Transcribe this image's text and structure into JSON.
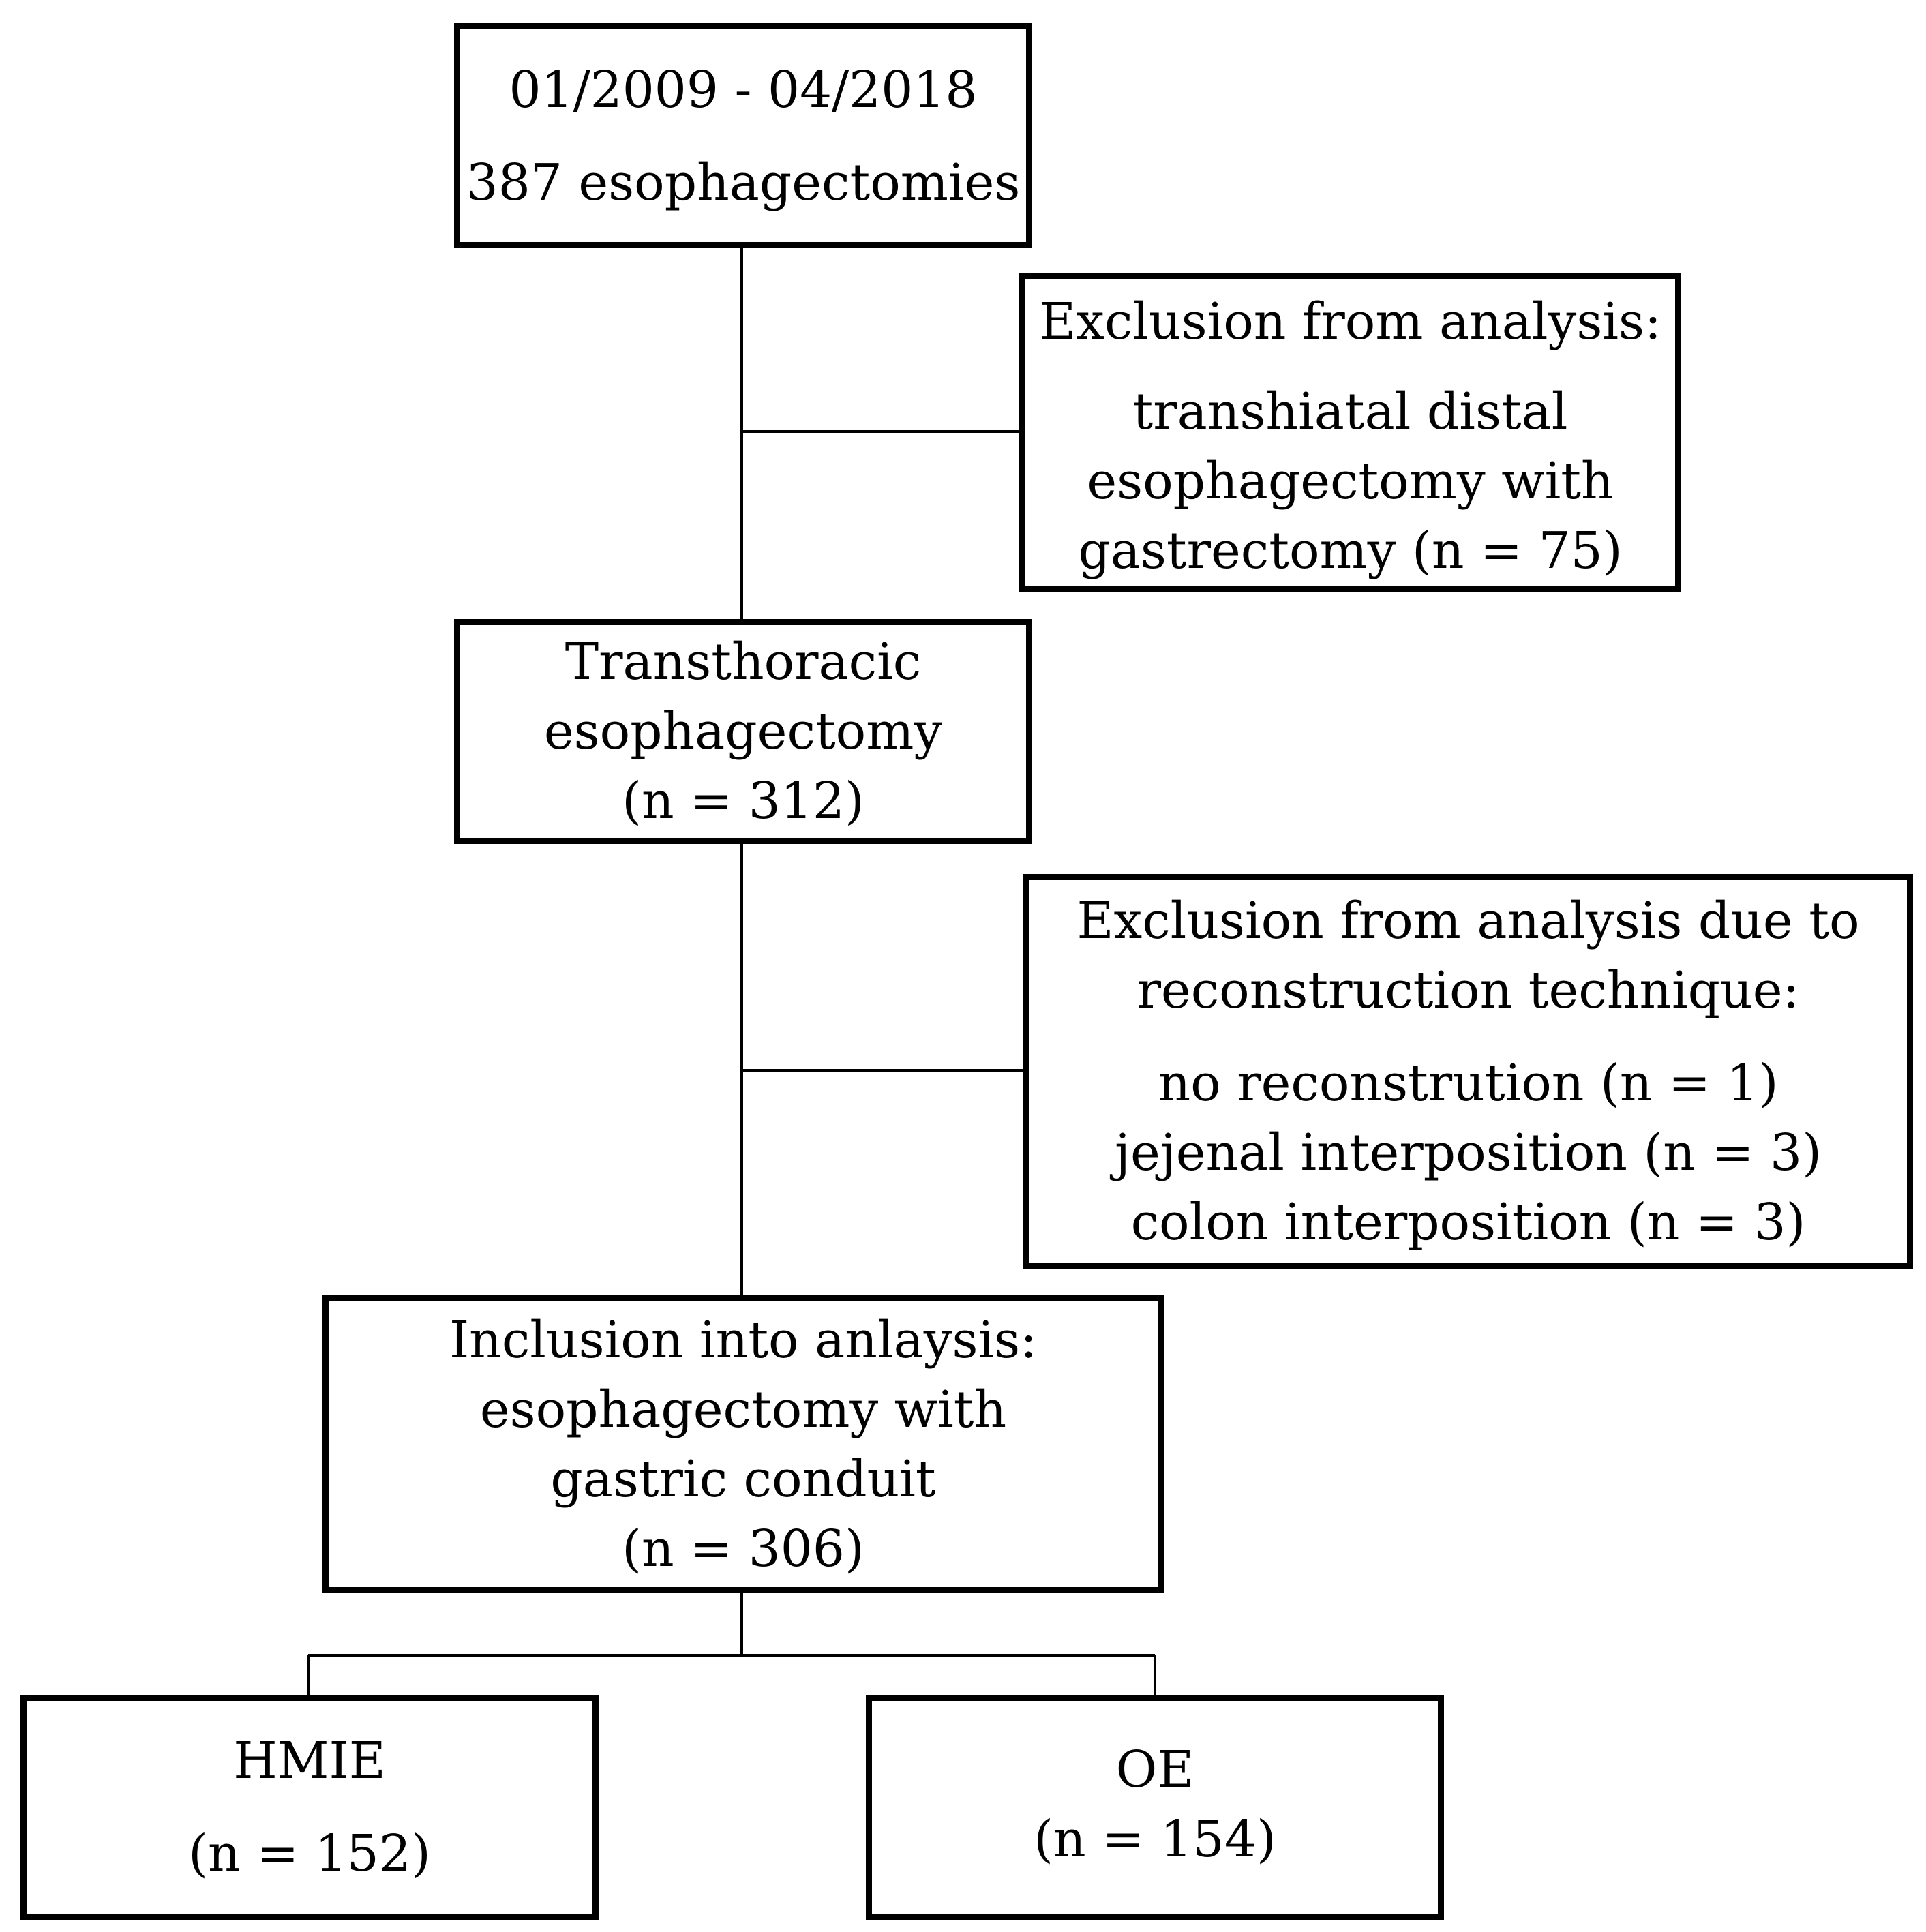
{
  "boxes": {
    "start": {
      "lines": [
        "01/2009 - 04/2018",
        "387 esophagectomies"
      ]
    },
    "exclusion1": {
      "heading": "Exclusion from analysis:",
      "lines": [
        "transhiatal distal",
        "esophagectomy with",
        "gastrectomy (n = 75)"
      ]
    },
    "transthoracic": {
      "lines": [
        "Transthoracic",
        "esophagectomy",
        "(n = 312)"
      ]
    },
    "exclusion2": {
      "heading": [
        "Exclusion from analysis due to",
        "reconstruction technique:"
      ],
      "lines": [
        "no reconstrution (n = 1)",
        "jejenal interposition (n = 3)",
        "colon interposition (n = 3)"
      ]
    },
    "inclusion": {
      "lines": [
        "Inclusion into anlaysis:",
        "esophagectomy with",
        "gastric conduit",
        "(n = 306)"
      ]
    },
    "hmie": {
      "label": "HMIE",
      "count": "(n = 152)"
    },
    "oe": {
      "label": "OE",
      "count": "(n = 154)"
    }
  }
}
